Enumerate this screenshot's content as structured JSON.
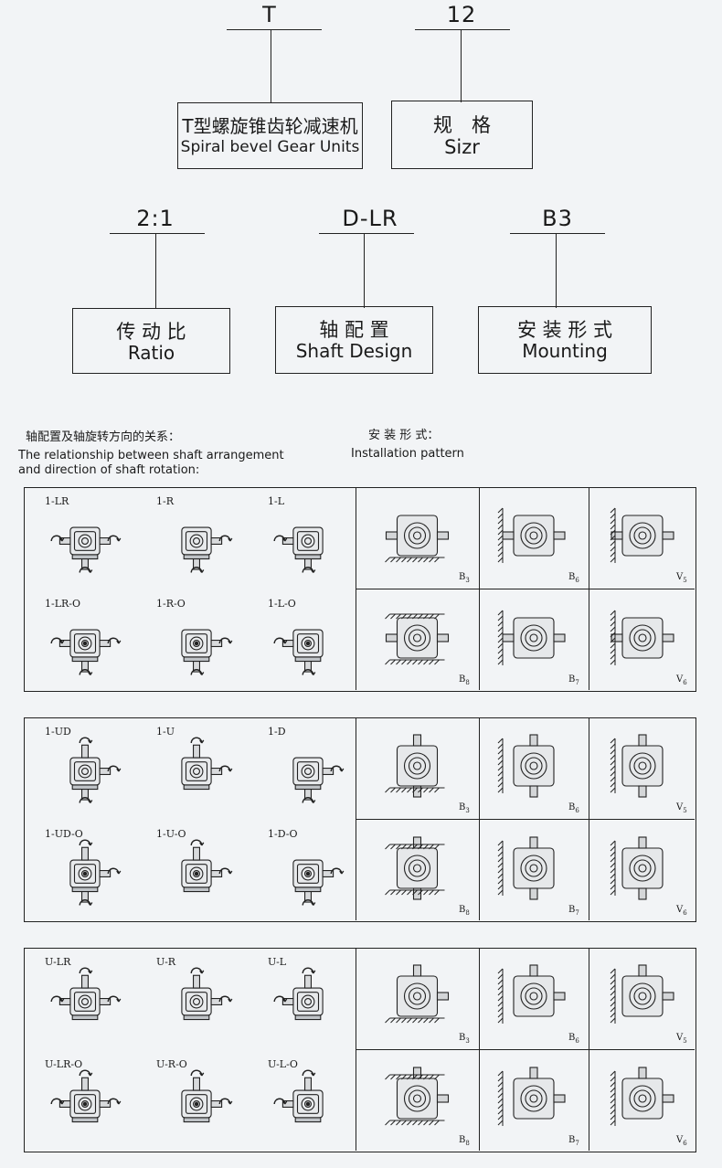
{
  "model_code": {
    "type_letter": "T",
    "size_number": "12",
    "type_box": {
      "cn": "T型螺旋锥齿轮减速机",
      "en": "Spiral bevel Gear Units"
    },
    "size_box": {
      "cn": "规　格",
      "en": "Sizr"
    },
    "ratio_value": "2:1",
    "shaft_value": "D-LR",
    "mount_value": "B3",
    "ratio_box": {
      "cn": "传 动 比",
      "en": "Ratio"
    },
    "shaft_box": {
      "cn": "轴 配 置",
      "en": "Shaft Design"
    },
    "mount_box": {
      "cn": "安 装 形 式",
      "en": "Mounting"
    }
  },
  "relationship_heading": {
    "cn": "轴配置及轴旋转方向的关系：",
    "en_line1": "The relationship between shaft arrangement",
    "en_line2": "and direction of shaft rotation:"
  },
  "installation_heading": {
    "cn": "安 装 形 式：",
    "en": "Installation pattern"
  },
  "panels": [
    {
      "shaft_labels": [
        "1-LR",
        "1-R",
        "1-L",
        "1-LR-O",
        "1-R-O",
        "1-L-O"
      ],
      "mount_labels": [
        {
          "main": "B",
          "sub": "3"
        },
        {
          "main": "B",
          "sub": "6"
        },
        {
          "main": "V",
          "sub": "5"
        },
        {
          "main": "B",
          "sub": "8"
        },
        {
          "main": "B",
          "sub": "7"
        },
        {
          "main": "V",
          "sub": "6"
        }
      ]
    },
    {
      "shaft_labels": [
        "1-UD",
        "1-U",
        "1-D",
        "1-UD-O",
        "1-U-O",
        "1-D-O"
      ],
      "mount_labels": [
        {
          "main": "B",
          "sub": "3"
        },
        {
          "main": "B",
          "sub": "6"
        },
        {
          "main": "V",
          "sub": "5"
        },
        {
          "main": "B",
          "sub": "8"
        },
        {
          "main": "B",
          "sub": "7"
        },
        {
          "main": "V",
          "sub": "6"
        }
      ]
    },
    {
      "shaft_labels": [
        "U-LR",
        "U-R",
        "U-L",
        "U-LR-O",
        "U-R-O",
        "U-L-O"
      ],
      "mount_labels": [
        {
          "main": "B",
          "sub": "3"
        },
        {
          "main": "B",
          "sub": "6"
        },
        {
          "main": "V",
          "sub": "5"
        },
        {
          "main": "B",
          "sub": "8"
        },
        {
          "main": "B",
          "sub": "7"
        },
        {
          "main": "V",
          "sub": "6"
        }
      ]
    }
  ]
}
